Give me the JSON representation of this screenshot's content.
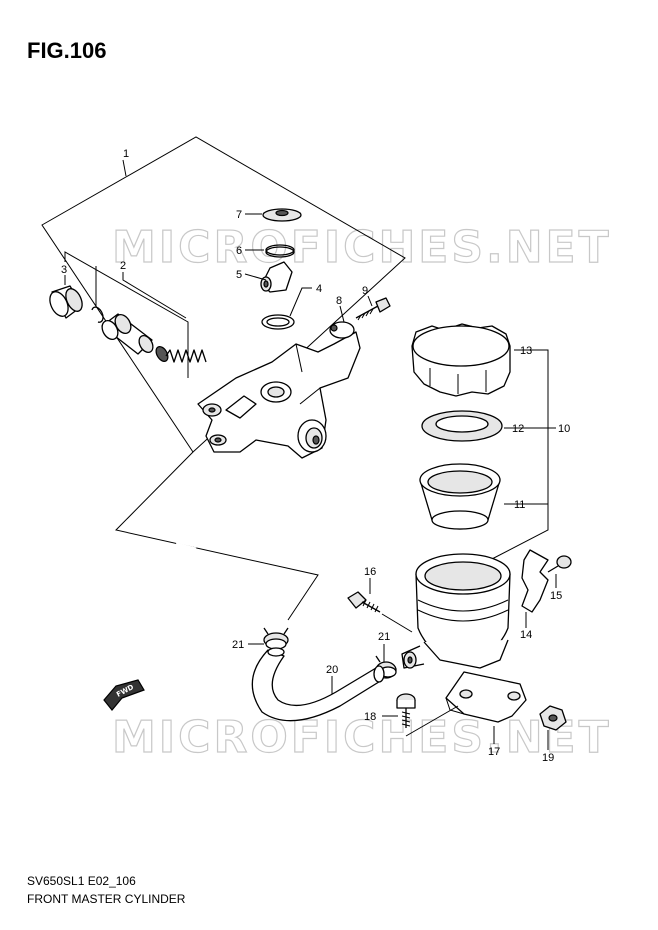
{
  "figure": {
    "title": "FIG.106",
    "model_code": "SV650SL1 E02_106",
    "caption": "FRONT MASTER CYLINDER"
  },
  "watermark": {
    "text": "MICROFICHES.NET"
  },
  "fwd_label": "FWD",
  "callouts": [
    {
      "id": "c1",
      "label": "1"
    },
    {
      "id": "c2",
      "label": "2"
    },
    {
      "id": "c3",
      "label": "3"
    },
    {
      "id": "c4",
      "label": "4"
    },
    {
      "id": "c5",
      "label": "5"
    },
    {
      "id": "c6",
      "label": "6"
    },
    {
      "id": "c7",
      "label": "7"
    },
    {
      "id": "c8",
      "label": "8"
    },
    {
      "id": "c9",
      "label": "9"
    },
    {
      "id": "c10",
      "label": "10"
    },
    {
      "id": "c11",
      "label": "11"
    },
    {
      "id": "c12",
      "label": "12"
    },
    {
      "id": "c13",
      "label": "13"
    },
    {
      "id": "c14",
      "label": "14"
    },
    {
      "id": "c15",
      "label": "15"
    },
    {
      "id": "c16",
      "label": "16"
    },
    {
      "id": "c17",
      "label": "17"
    },
    {
      "id": "c18",
      "label": "18"
    },
    {
      "id": "c19",
      "label": "19"
    },
    {
      "id": "c20",
      "label": "20"
    },
    {
      "id": "c21a",
      "label": "21"
    },
    {
      "id": "c21b",
      "label": "21"
    }
  ]
}
